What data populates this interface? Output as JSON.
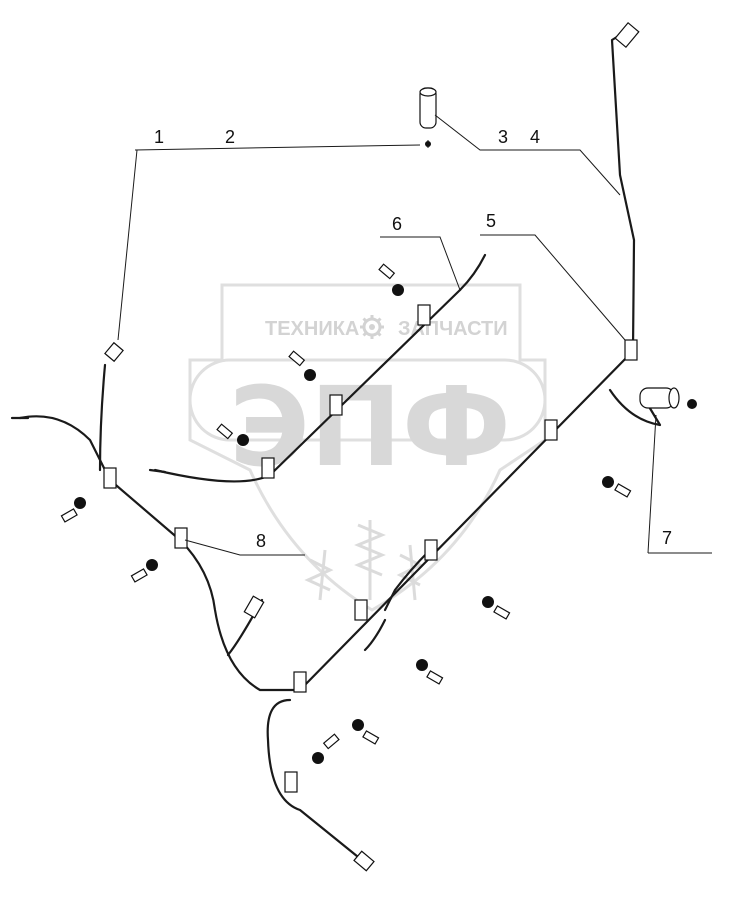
{
  "watermark": {
    "line1_left": "ТЕХНИКА",
    "line1_right": "ЗАПЧАСТИ",
    "logo": "ЭПФ",
    "gear_icon": "gear-icon",
    "wheat_icon": "wheat-icon"
  },
  "callouts": [
    {
      "id": "1",
      "label": "1"
    },
    {
      "id": "2",
      "label": "2"
    },
    {
      "id": "3",
      "label": "3"
    },
    {
      "id": "4",
      "label": "4"
    },
    {
      "id": "5",
      "label": "5"
    },
    {
      "id": "6",
      "label": "6"
    },
    {
      "id": "7",
      "label": "7"
    },
    {
      "id": "8",
      "label": "8"
    }
  ],
  "colors": {
    "line": "#1a1a1a",
    "watermark": "#d4d4d4",
    "background": "#ffffff"
  }
}
